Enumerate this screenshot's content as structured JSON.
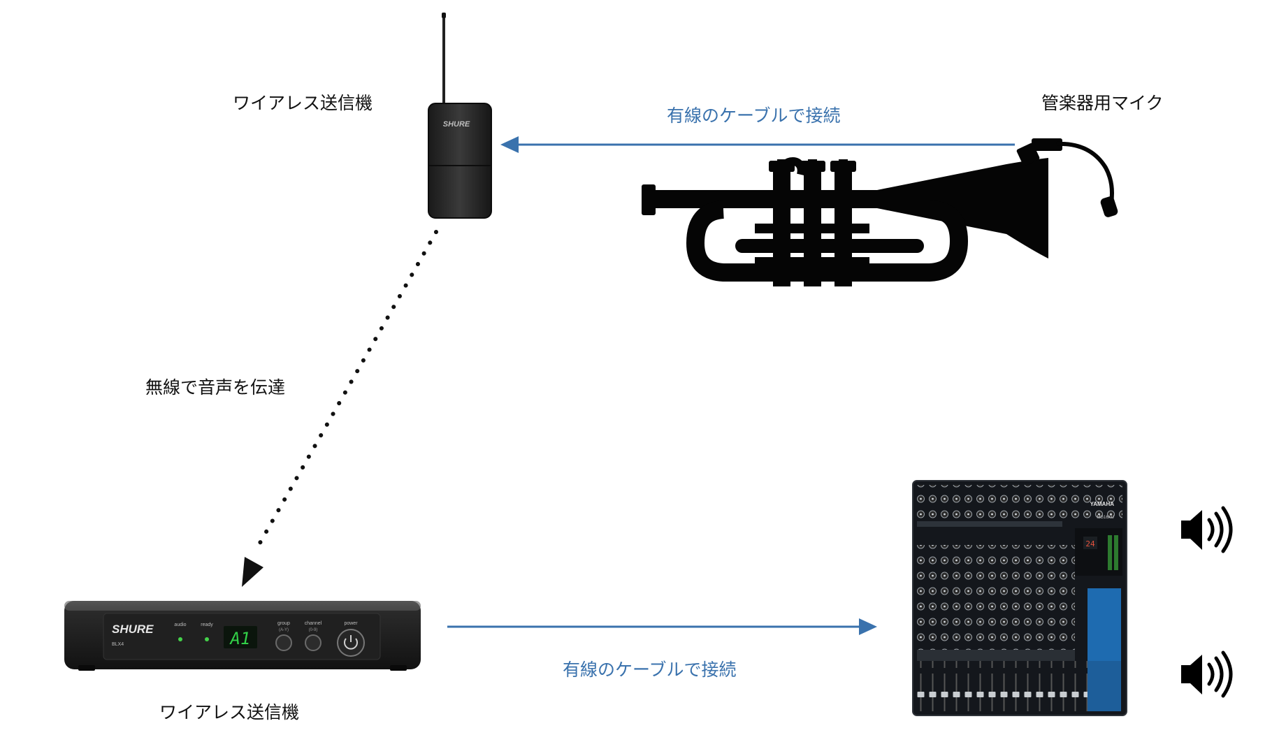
{
  "diagram": {
    "labels": {
      "transmitter_top": "ワイアレス送信機",
      "mic": "管楽器用マイク",
      "wired_top": "有線のケーブルで接続",
      "wireless": "無線で音声を伝達",
      "wired_bottom": "有線のケーブルで接続",
      "transmitter_bottom": "ワイアレス送信機"
    },
    "devices": {
      "bodypack_brand": "SHURE",
      "receiver_brand": "SHURE",
      "receiver_model": "BLX4",
      "receiver_display": "A1",
      "receiver_controls": {
        "audio": "audio",
        "ready": "ready",
        "group": "group",
        "group_range": "(A-Y)",
        "channel": "channel",
        "channel_range": "(0-9)",
        "power": "power"
      },
      "mixer_brand": "YAMAHA",
      "mixer_model": "MG16XU"
    },
    "colors": {
      "wire_arrow": "#3a72ad",
      "wireless_dots": "#111111",
      "label_blue": "#3a72ad"
    },
    "icons": [
      "trumpet-icon",
      "speaker-icon",
      "speaker-icon"
    ]
  }
}
